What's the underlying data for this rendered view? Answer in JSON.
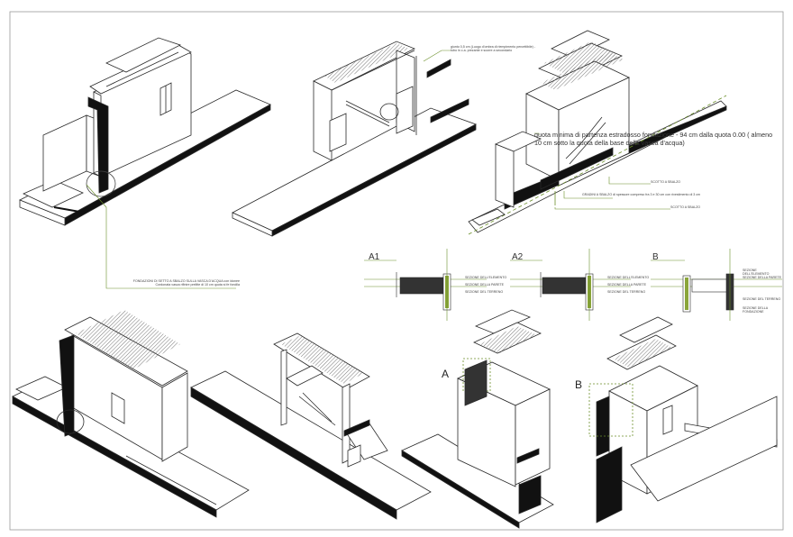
{
  "annotations": {
    "foundation_note": "quota minima di partenza estradosso fondazione - 94 cm dalla quota 0.00 ( almeno 10 cm sotto la quota della base della vasca d'acqua)",
    "top_note_1": "giunto 0,5 cm (Luogo d'ombra di riempimento percettibile) - tubo in c.a. prezante e scorre a secondario",
    "right_note_1": "SCOTTO A SBALZO",
    "right_note_2": "GRADINI A SBALZO di spessore compreso fra 3 e 30 cm con rivestimento di 3 cm",
    "right_note_3": "SCOTTO A SBALZO",
    "mid_note": "FONDAZIONI DI SETTO A SBALZO SULLA VASCA D'ACQUA con idonee Cordonata vasca rifinire prelitte di 10 cm quota si fe fondila"
  },
  "section_labels": {
    "a1": "A1",
    "a2": "A2",
    "b": "B"
  },
  "callout_labels": {
    "a": "A",
    "b": "B"
  },
  "section_notes": {
    "a1": [
      "SEZIONE DELL'ELEMENTO",
      "SEZIONE DELLA PARETE",
      "SEZIONE DEL TERRENO"
    ],
    "a2": [
      "SEZIONE DELL'ELEMENTO",
      "SEZIONE DELLA PARETE",
      "SEZIONE DEL TERRENO"
    ],
    "b": [
      "SEZIONE DELL'ELEMENTO",
      "SEZIONE DELLA PARETE",
      "SEZIONE DEL TERRENO",
      "SEZIONE DELLA FONDAZIONE"
    ]
  },
  "colors": {
    "line": "#2a2a2a",
    "fill_dark": "#111111",
    "accent_green": "#8aa53a",
    "leader_green": "#6b8f2a",
    "frame": "#9a9a9a"
  }
}
